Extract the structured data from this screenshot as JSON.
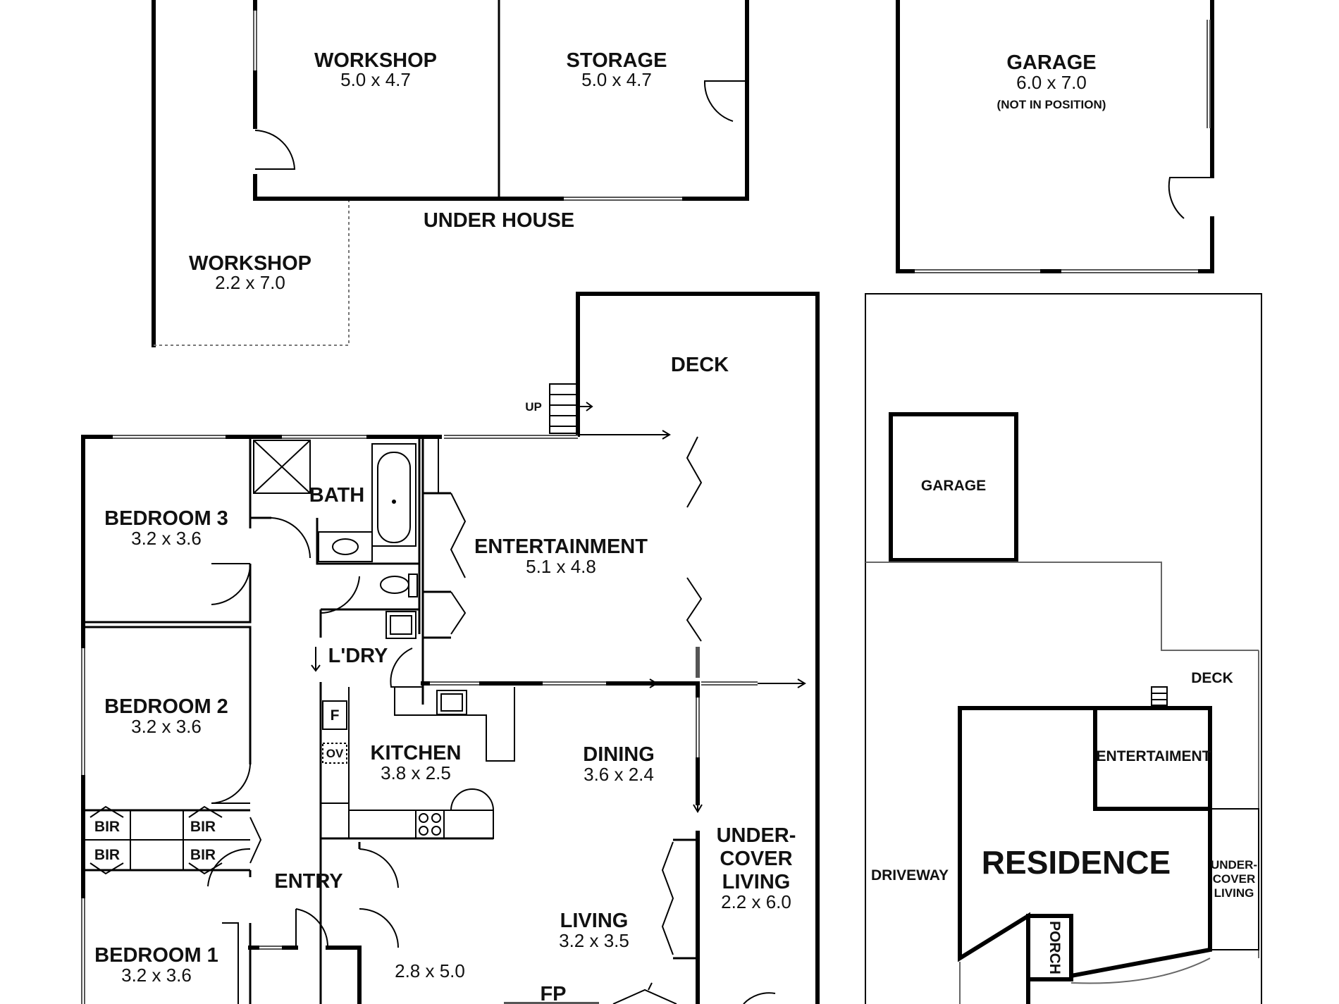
{
  "under_house": {
    "label": "UNDER HOUSE",
    "workshop_main": {
      "name": "WORKSHOP",
      "dims": "5.0 x 4.7"
    },
    "storage": {
      "name": "STORAGE",
      "dims": "5.0 x 4.7"
    },
    "workshop_side": {
      "name": "WORKSHOP",
      "dims": "2.2 x 7.0"
    }
  },
  "garage_block": {
    "name": "GARAGE",
    "dims": "6.0 x 7.0",
    "note": "(NOT IN POSITION)"
  },
  "main_floor": {
    "deck": "DECK",
    "up": "UP",
    "bedroom3": {
      "name": "BEDROOM 3",
      "dims": "3.2 x 3.6"
    },
    "bath": "BATH",
    "entertainment": {
      "name": "ENTERTAINMENT",
      "dims": "5.1 x 4.8"
    },
    "laundry": "L'DRY",
    "bedroom2": {
      "name": "BEDROOM 2",
      "dims": "3.2 x 3.6"
    },
    "kitchen": {
      "name": "KITCHEN",
      "dims": "3.8 x 2.5"
    },
    "fridge": "F",
    "oven": "OV",
    "dining": {
      "name": "DINING",
      "dims": "3.6 x 2.4"
    },
    "bir": [
      "BIR",
      "BIR",
      "BIR",
      "BIR"
    ],
    "entry": "ENTRY",
    "undercover": {
      "line1": "UNDER-",
      "line2": "COVER",
      "line3": "LIVING",
      "dims": "2.2 x 6.0"
    },
    "living": {
      "name": "LIVING",
      "dims": "3.2 x 3.5"
    },
    "bedroom1": {
      "name": "BEDROOM 1",
      "dims": "3.2 x 3.6"
    },
    "unnamed_room_dims": "2.8 x 5.0",
    "fireplace": "FP"
  },
  "site_plan": {
    "garage": "GARAGE",
    "deck": "DECK",
    "entertainment": "ENTERTAIMENT",
    "residence": "RESIDENCE",
    "driveway": "DRIVEWAY",
    "undercover": [
      "UNDER-",
      "COVER",
      "LIVING"
    ],
    "porch": "PORCH"
  }
}
